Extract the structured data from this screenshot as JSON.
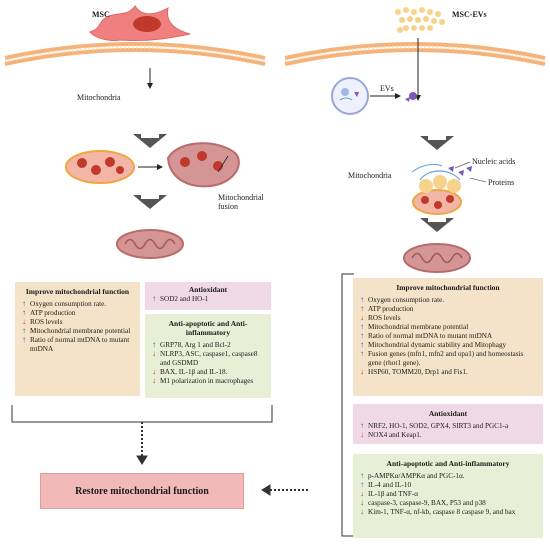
{
  "left": {
    "title": "MSC",
    "mitochondria_label": "Mitochondria",
    "fusion_label": "Mitochondrial fusion",
    "improve_box": {
      "heading": "Improve mitochondrial function",
      "items": [
        {
          "dir": "up",
          "text": "Oxygen consumption rate."
        },
        {
          "dir": "up",
          "text": "ATP production"
        },
        {
          "dir": "down",
          "text": "ROS levels"
        },
        {
          "dir": "up",
          "text": "Mitochondrial membrane potential"
        },
        {
          "dir": "up",
          "text": "Ratio of normal mtDNA to mutant mtDNA"
        }
      ]
    },
    "antioxidant_box": {
      "heading": "Antioxidant",
      "items": [
        {
          "dir": "up",
          "text": "SOD2 and HO-1"
        }
      ]
    },
    "anti_box": {
      "heading": "Anti-apoptotic and Anti-inflammatory",
      "items": [
        {
          "dir": "up",
          "text": "GRP78, Arg 1 and Bcl-2"
        },
        {
          "dir": "down",
          "text": "NLRP3, ASC, caspase1, caspase8 and GSDMD"
        },
        {
          "dir": "down",
          "text": "BAX, IL-1β and IL-18."
        },
        {
          "dir": "down",
          "text": "M1 polarization in macrophages"
        }
      ]
    }
  },
  "right": {
    "title": "MSC-EVs",
    "evs_label": "EVs",
    "mitochondria_label": "Mitochondria",
    "nucleic_label": "Nucleic acids",
    "proteins_label": "Proteins",
    "improve_box": {
      "heading": "Improve mitochondrial function",
      "items": [
        {
          "dir": "up",
          "text": "Oxygen consumption rate."
        },
        {
          "dir": "up",
          "text": "ATP production"
        },
        {
          "dir": "down",
          "text": "ROS levels"
        },
        {
          "dir": "up",
          "text": "Mitochondrial membrane potential"
        },
        {
          "dir": "up",
          "text": "Ratio of normal mtDNA to mutant mtDNA"
        },
        {
          "dir": "up",
          "text": "Mitochondrial dynamic stability and  Mitophagy"
        },
        {
          "dir": "up",
          "text": "Fusion genes (mfn1, mfn2 and opa1) and homeostasis gene (rhot1 gene)."
        },
        {
          "dir": "down",
          "text": "HSP60, TOMM20, Drp1 and Fis1."
        }
      ]
    },
    "antioxidant_box": {
      "heading": "Antioxidant",
      "items": [
        {
          "dir": "up",
          "text": "NRF2, HO-1, SOD2,  GPX4,   SIRT3 and PGC1-a"
        },
        {
          "dir": "down",
          "text": "NOX4 and Keap1."
        }
      ]
    },
    "anti_box": {
      "heading": "Anti-apoptotic and Anti-inflammatory",
      "items": [
        {
          "dir": "up",
          "text": "p-AMPKα/AMPKα and PGC-1α."
        },
        {
          "dir": "up",
          "text": "IL-4 and IL-10"
        },
        {
          "dir": "down",
          "text": "IL-1β and TNF-α"
        },
        {
          "dir": "down",
          "text": "caspase-3, caspase-9, BAX,  P53 and p38"
        },
        {
          "dir": "down",
          "text": "Kim-1, TNF-α, nf-kb, caspase 8 caspase 9, and bax"
        }
      ]
    }
  },
  "restore_label": "Restore mitochondrial function",
  "colors": {
    "up_arrow": "#2e5aa8",
    "down_arrow": "#c0392b",
    "membrane": "#f2a45a",
    "mito": "#c96a6a"
  }
}
